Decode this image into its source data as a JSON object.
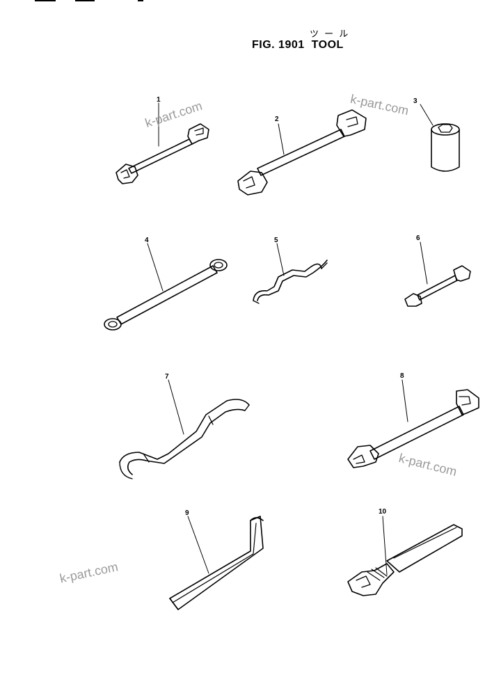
{
  "figure": {
    "title_jp": "ツ ー ル",
    "fig_label": "FIG. 1901",
    "fig_name": "TOOL"
  },
  "parts": [
    {
      "callout": "1",
      "icon": "small-double-open-end-wrench-icon"
    },
    {
      "callout": "2",
      "icon": "large-double-open-end-wrench-icon"
    },
    {
      "callout": "3",
      "icon": "socket-icon"
    },
    {
      "callout": "4",
      "icon": "box-end-wrench-icon"
    },
    {
      "callout": "5",
      "icon": "small-hook-spanner-icon"
    },
    {
      "callout": "6",
      "icon": "mini-double-open-end-wrench-icon"
    },
    {
      "callout": "7",
      "icon": "hook-spanner-icon"
    },
    {
      "callout": "8",
      "icon": "double-open-end-wrench-icon"
    },
    {
      "callout": "9",
      "icon": "hex-key-icon"
    },
    {
      "callout": "10",
      "icon": "adjustable-wrench-icon"
    }
  ],
  "watermark": "k-part.com",
  "colors": {
    "line": "#000000",
    "watermark": "#9a9a9a",
    "background": "#ffffff"
  }
}
